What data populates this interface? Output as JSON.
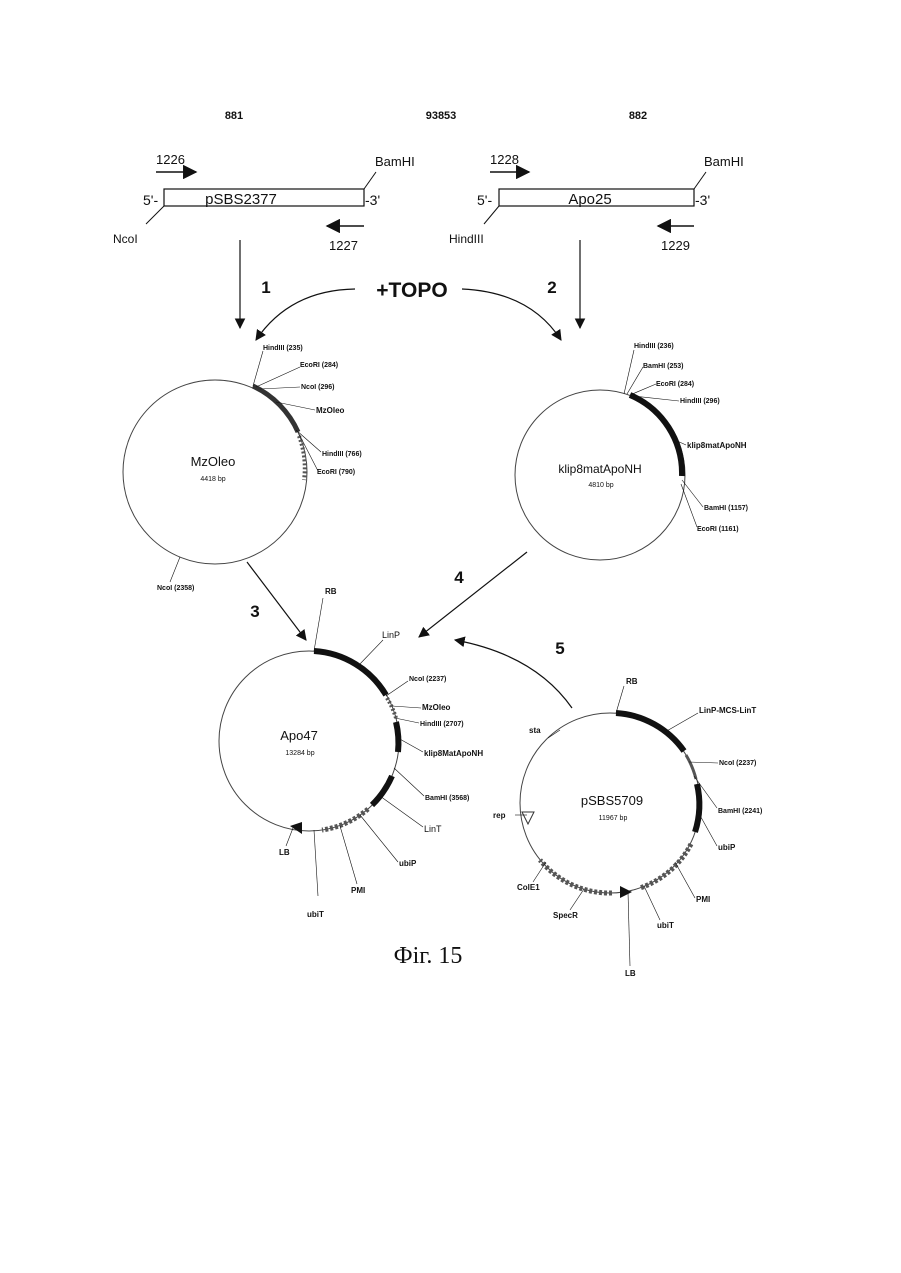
{
  "header_numbers": [
    "881",
    "93853",
    "882"
  ],
  "fragments": [
    {
      "name": "pSBS2377",
      "five_prime": "5'-",
      "three_prime": "-3'",
      "left_site": "NcoI",
      "right_site": "BamHI",
      "forward_primer": "1226",
      "reverse_primer": "1227"
    },
    {
      "name": "Apo25",
      "five_prime": "5'-",
      "three_prime": "-3'",
      "left_site": "HindIII",
      "right_site": "BamHI",
      "forward_primer": "1228",
      "reverse_primer": "1229"
    }
  ],
  "topo_label": "+TOPO",
  "step_labels": [
    "1",
    "2",
    "3",
    "4",
    "5"
  ],
  "plasmids": {
    "mzoleo": {
      "name": "MzOleo",
      "size": "4418 bp",
      "labels": [
        "HindIII (235)",
        "EcoRI (284)",
        "NcoI (296)",
        "MzOleo",
        "HindIII (766)",
        "EcoRI (790)",
        "NcoI (2358)"
      ]
    },
    "klip": {
      "name": "klip8matApoNH",
      "size": "4810 bp",
      "labels": [
        "HindIII (236)",
        "BamHI (253)",
        "EcoRI (284)",
        "HindIII (296)",
        "klip8matApoNH",
        "BamHI (1157)",
        "EcoRI (1161)"
      ]
    },
    "apo47": {
      "name": "Apo47",
      "size": "13284 bp",
      "labels": [
        "RB",
        "LinP",
        "NcoI (2237)",
        "MzOleo",
        "HindIII (2707)",
        "klip8MatApoNH",
        "BamHI (3568)",
        "LinT",
        "ubiP",
        "PMI",
        "ubiT",
        "LB"
      ]
    },
    "psbs5709": {
      "name": "pSBS5709",
      "size": "11967 bp",
      "labels": [
        "RB",
        "LinP-MCS-LinT",
        "sta",
        "NcoI (2237)",
        "BamHI (2241)",
        "rep",
        "ubiP",
        "PMI",
        "ColE1",
        "SpecR",
        "ubiT",
        "LB"
      ]
    }
  },
  "caption": "Фіг. 15"
}
